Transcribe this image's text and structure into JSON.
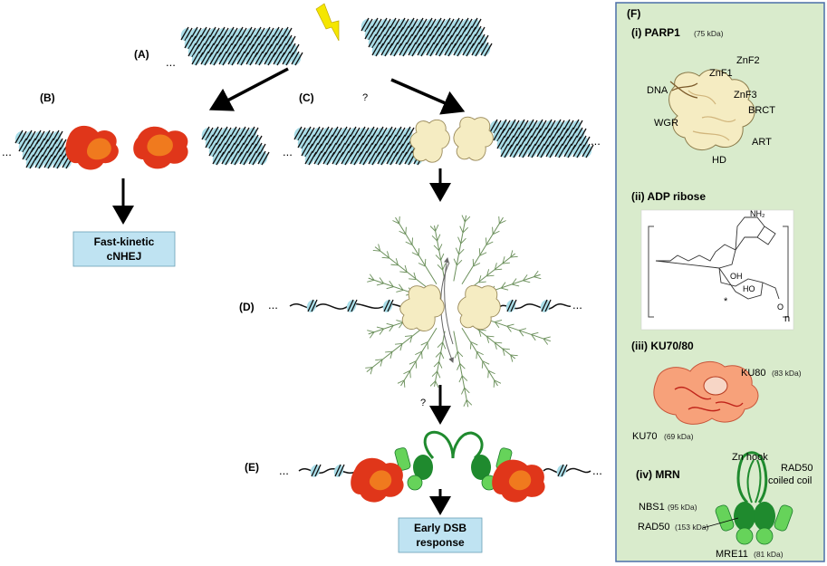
{
  "panels": {
    "A": "(A)",
    "B": "(B)",
    "C": "(C)",
    "D": "(D)",
    "E": "(E)",
    "F": "(F)"
  },
  "question_marks": [
    "?",
    "?"
  ],
  "ellipsis": "...",
  "outcomes": {
    "cnhej_line1": "Fast-kinetic",
    "cnhej_line2": "cNHEJ",
    "dsb_line1": "Early DSB",
    "dsb_line2": "response"
  },
  "side_panel": {
    "parp1": {
      "title": "(i) PARP1",
      "kda": "(75 kDa)",
      "labels": {
        "znf1": "ZnF1",
        "znf2": "ZnF2",
        "znf3": "ZnF3",
        "dna": "DNA",
        "wgr": "WGR",
        "brct": "BRCT",
        "art": "ART",
        "hd": "HD"
      }
    },
    "adp": {
      "title": "(ii) ADP ribose",
      "n": "n",
      "nh2": "NH₂",
      "oh": "OH",
      "ho": "HO",
      "o": "O",
      "star": "*"
    },
    "ku": {
      "title": "(iii) KU70/80",
      "ku80": "KU80",
      "ku80_kda": "(83 kDa)",
      "ku70": "KU70",
      "ku70_kda": "(69 kDa)"
    },
    "mrn": {
      "title": "(iv) MRN",
      "zn_hook": "Zn hook",
      "rad50_coil_1": "RAD50",
      "rad50_coil_2": "coiled coil",
      "nbs1": "NBS1",
      "nbs1_kda": "(95 kDa)",
      "rad50": "RAD50",
      "rad50_kda": "(153 kDa)",
      "mre11": "MRE11",
      "mre11_kda": "(81 kDa)"
    }
  },
  "colors": {
    "nucleosome": "#a8dde8",
    "ku_red": "#e0361a",
    "ku_orange": "#f07a1e",
    "parp_yellow": "#f5ecc2",
    "par_green": "#6a8f5a",
    "mrn_green": "#1f8a2e",
    "mrn_light": "#66d35a",
    "side_bg": "#d9ebcc",
    "box_blue": "#bfe3f2",
    "bolt": "#f5e600"
  }
}
